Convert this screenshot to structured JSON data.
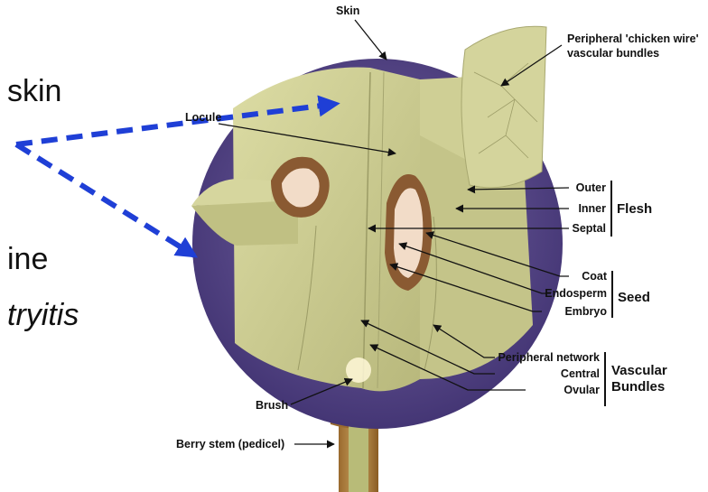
{
  "slide_text": {
    "line1": "skin",
    "line2": "ine",
    "line3": "tryitis"
  },
  "labels": {
    "skin": "Skin",
    "chicken_wire_1": "Peripheral 'chicken wire'",
    "chicken_wire_2": "vascular bundles",
    "locule": "Locule",
    "outer": "Outer",
    "inner": "Inner",
    "septal": "Septal",
    "flesh": "Flesh",
    "coat": "Coat",
    "endosperm": "Endosperm",
    "embryo": "Embryo",
    "seed": "Seed",
    "peripheral_network": "Peripheral network",
    "central": "Central",
    "ovular": "Ovular",
    "vascular": "Vascular",
    "bundles": "Bundles",
    "brush": "Brush",
    "berry_stem": "Berry stem (pedicel)"
  },
  "colors": {
    "skin_purple": "#5b4a8c",
    "flesh": "#c9c98f",
    "seed_coat": "#8a5a32",
    "seed_inner": "#f2dcc8",
    "annotation_arrow": "#1f3fd6"
  }
}
